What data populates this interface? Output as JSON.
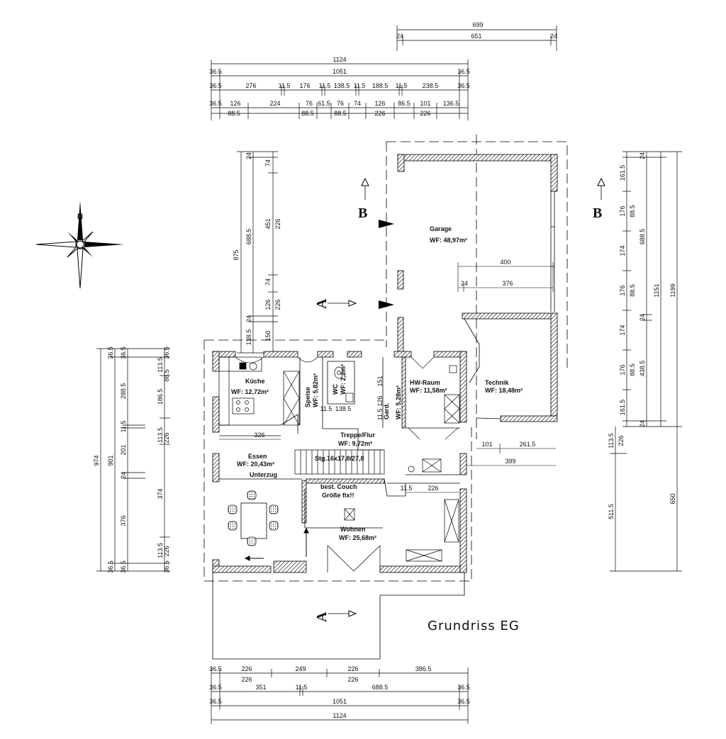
{
  "title": "Grundriss EG",
  "north_label": "N",
  "sections": {
    "a": "A",
    "b": "B"
  },
  "rooms": {
    "garage": {
      "name": "Garage",
      "area": "WF: 48,97m²"
    },
    "technik": {
      "name": "Technik",
      "area": "WF: 18,48m²"
    },
    "kueche": {
      "name": "Küche",
      "area": "WF: 12,72m²"
    },
    "speise": {
      "name": "Speise",
      "area": "WF: 5,82m²"
    },
    "wc": {
      "name": "WC",
      "area": "WF: 2,2m²"
    },
    "gard": {
      "name": "Gard.",
      "area": "WF: 5,28m²"
    },
    "hw": {
      "name": "HW-Raum",
      "area": "WF: 11,58m²"
    },
    "flur": {
      "name": "Treppe/Flur",
      "area": "WF: 9,72m²"
    },
    "essen": {
      "name": "Essen",
      "area": "WF: 20,43m²"
    },
    "unterzug": "Unterzug",
    "stair": "Stg.16x17,8/27,8",
    "couch1": "best. Couch",
    "couch2": "Größe fix!!",
    "wohnen": {
      "name": "Wohnen",
      "area": "WF: 25,68m²"
    }
  },
  "dims_top": {
    "g1": "699",
    "g2a": "24",
    "g2b": "651",
    "g2c": "24",
    "r1": "1124",
    "r2a": "36.5",
    "r2b": "1051",
    "r2c": "36.5",
    "r3": [
      "36.5",
      "276",
      "11.5",
      "176",
      "11.5",
      "138.5",
      "11.5",
      "188.5",
      "11.5",
      "238.5",
      "36.5"
    ],
    "r4": [
      "36.5",
      "126",
      "224",
      "76",
      "61.5",
      "76",
      "74",
      "126",
      "86.5",
      "101",
      "136.5"
    ],
    "r5": [
      "88.5",
      "88.5",
      "88.5",
      "226",
      "226"
    ]
  },
  "dims_bottom": {
    "r1": [
      "36.5",
      "226",
      "249",
      "226",
      "386.5"
    ],
    "r1b": [
      "226",
      "226"
    ],
    "r2": [
      "36.5",
      "351",
      "11.5",
      "688.5",
      "36.5"
    ],
    "r3": [
      "36.5",
      "1051",
      "36.5"
    ],
    "r4": "1124"
  },
  "dims_left": {
    "c1": "974",
    "c2": [
      "36.5",
      "901",
      "36.5"
    ],
    "c3": [
      "36.5",
      "288.5",
      "11.5",
      "201",
      "24",
      "376",
      "36.5"
    ],
    "c4": [
      "113.5",
      "186.5",
      "113.5",
      "374",
      "113.5"
    ],
    "c5": [
      "36.5",
      "88.5",
      "226",
      "226",
      "36.5"
    ],
    "g1": "875",
    "g2": [
      "24",
      "688.5",
      "24",
      "138.5"
    ],
    "g3": [
      "74",
      "451",
      "74",
      "126",
      "150"
    ],
    "g4": [
      "226",
      "226"
    ]
  },
  "dims_right": {
    "c1": "1199",
    "c2": "1151",
    "c3": [
      "24",
      "688.5",
      "24",
      "438.5",
      "24"
    ],
    "c4": [
      "161.5",
      "176",
      "174",
      "176",
      "174",
      "176",
      "161.5"
    ],
    "c5": [
      "88.5",
      "88.5",
      "88.5"
    ],
    "c6": "650",
    "c7": [
      "113.5",
      "511.5"
    ],
    "c8": "226"
  },
  "dims_inner": {
    "g400": "400",
    "g24": "24",
    "g376": "376",
    "k326": "326",
    "t101": "101",
    "t261": "261.5",
    "t399": "399",
    "w1": "11.5",
    "w226": "226",
    "f1": "11.5",
    "f2": "138.5",
    "s1": "151",
    "s2": "126",
    "s3": "11.5"
  }
}
